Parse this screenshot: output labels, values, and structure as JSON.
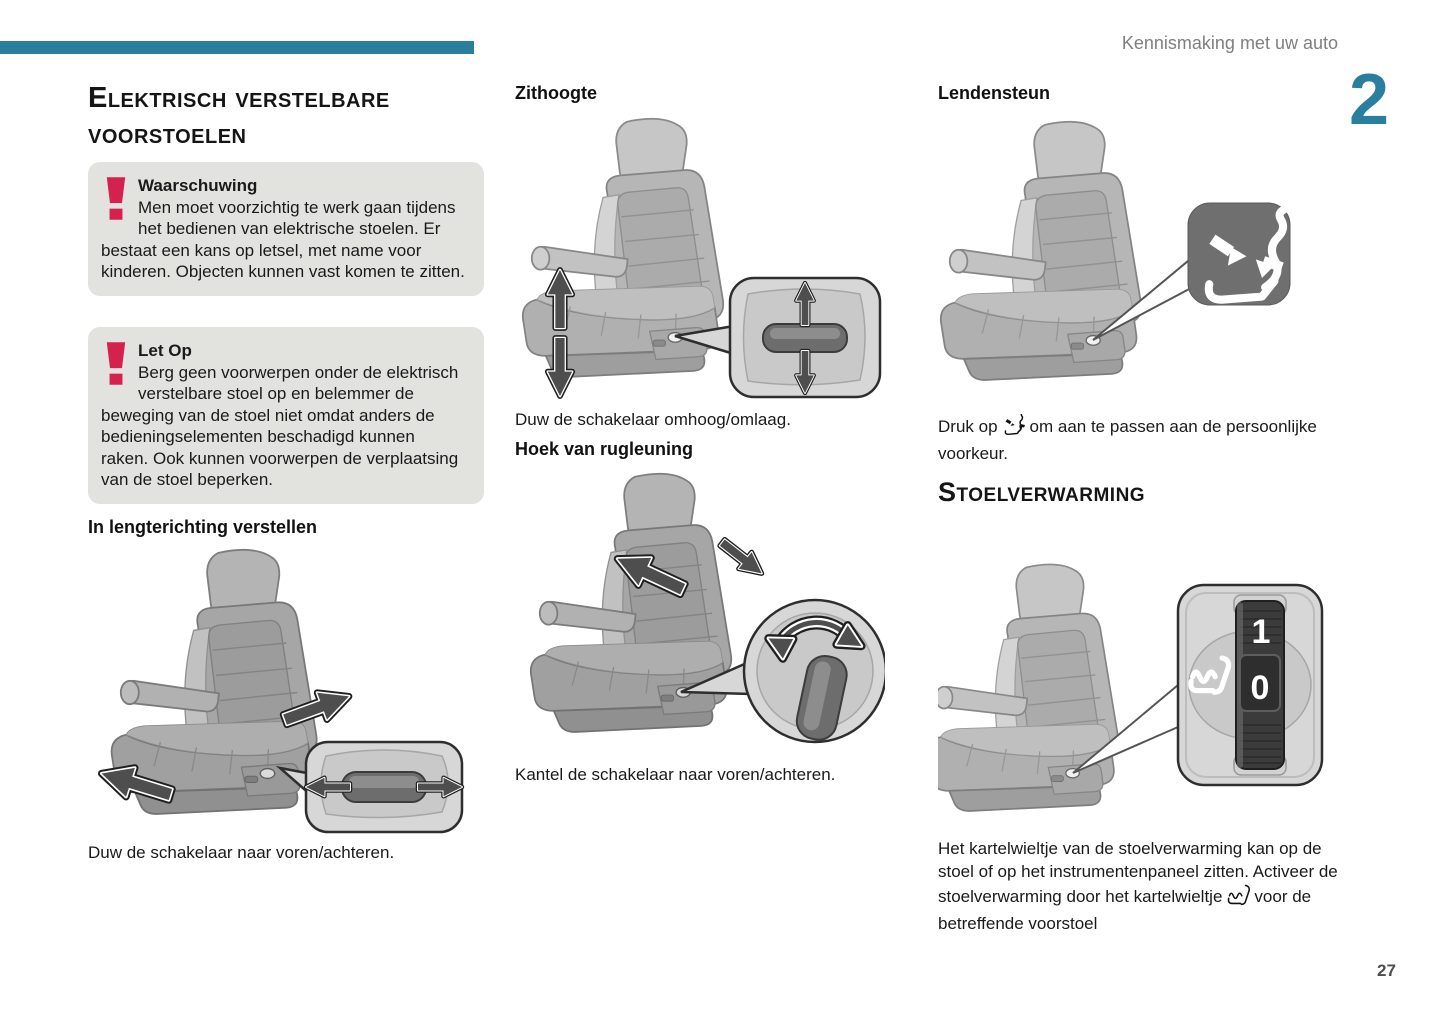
{
  "page": {
    "header": "Kennismaking met uw auto",
    "chapter_number": "2",
    "page_number": "27"
  },
  "colors": {
    "accent_teal": "#2b7f9e",
    "warning_red": "#d5214e",
    "box_gray": "#e2e2df"
  },
  "left_column": {
    "title": "Elektrisch verstelbare voorstoelen",
    "warning_box": {
      "title": "Waarschuwing",
      "body": "Men moet voorzichtig te werk gaan tijdens het bedienen van elektrische stoelen. Er bestaat een kans op letsel, met name voor kinderen. Objecten kunnen vast komen te zitten."
    },
    "caution_box": {
      "title": "Let Op",
      "body": "Berg geen voorwerpen onder de elektrisch verstelbare stoel op en belemmer de beweging van de stoel niet omdat anders de bedieningselementen beschadigd kunnen raken. Ook kunnen voorwerpen de verplaatsing van de stoel beperken."
    },
    "section_heading": "In lengterichting verstellen",
    "figure_caption": "Duw de schakelaar naar voren/achteren."
  },
  "middle_column": {
    "section1": {
      "heading": "Zithoogte",
      "caption": "Duw de schakelaar omhoog/omlaag."
    },
    "section2": {
      "heading": "Hoek van rugleuning",
      "caption": "Kantel de schakelaar naar voren/achteren."
    }
  },
  "right_column": {
    "section1": {
      "heading": "Lendensteun",
      "text_before_icon": "Druk op",
      "text_after_icon": "om aan te passen aan de persoonlijke voorkeur.",
      "icon": "lumbar-adjust-icon"
    },
    "section2": {
      "heading": "Stoelverwarming",
      "dial_labels": {
        "on": "1",
        "off": "0"
      },
      "text_before_icon": "Het kartelwieltje van de stoelverwarming kan op de stoel of op het instrumentenpaneel zitten. Activeer de stoelverwarming door het kartelwieltje",
      "text_after_icon": "voor de betreffende voorstoel",
      "icon": "heated-seat-icon"
    }
  }
}
